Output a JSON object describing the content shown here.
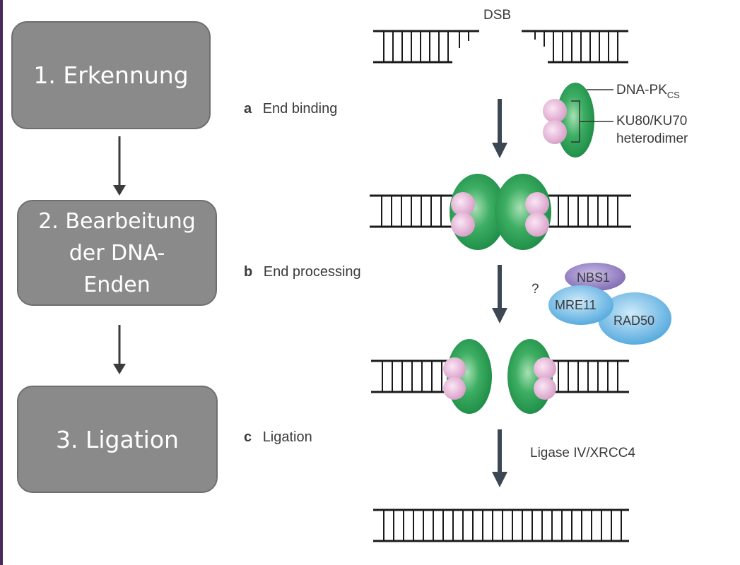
{
  "steps": [
    {
      "label": "1. Erkennung"
    },
    {
      "label_line1": "2. Bearbeitung",
      "label_line2": "der DNA-",
      "label_line3": "Enden"
    },
    {
      "label": "3. Ligation"
    }
  ],
  "diagram": {
    "dsb": "DSB",
    "stage_a": {
      "letter": "a",
      "text": "End binding"
    },
    "stage_b": {
      "letter": "b",
      "text": "End processing"
    },
    "stage_c": {
      "letter": "c",
      "text": "Ligation"
    },
    "dna_pk": "DNA-PK",
    "dna_pk_sub": "CS",
    "ku_line1": "KU80/KU70",
    "ku_line2": "heterodimer",
    "question": "?",
    "nbs1": "NBS1",
    "mre11": "MRE11",
    "rad50": "RAD50",
    "ligase": "Ligase IV/XRCC4"
  },
  "colors": {
    "box_fill": "#8a8a8a",
    "dna": "#1a1a1a",
    "protein_green": "#2fa35a",
    "ku_pink": "#e9b3d9",
    "nbs1_purple": "#9a86c6",
    "mre11_blue": "#6fb9e6",
    "arrow": "#3b4752"
  }
}
